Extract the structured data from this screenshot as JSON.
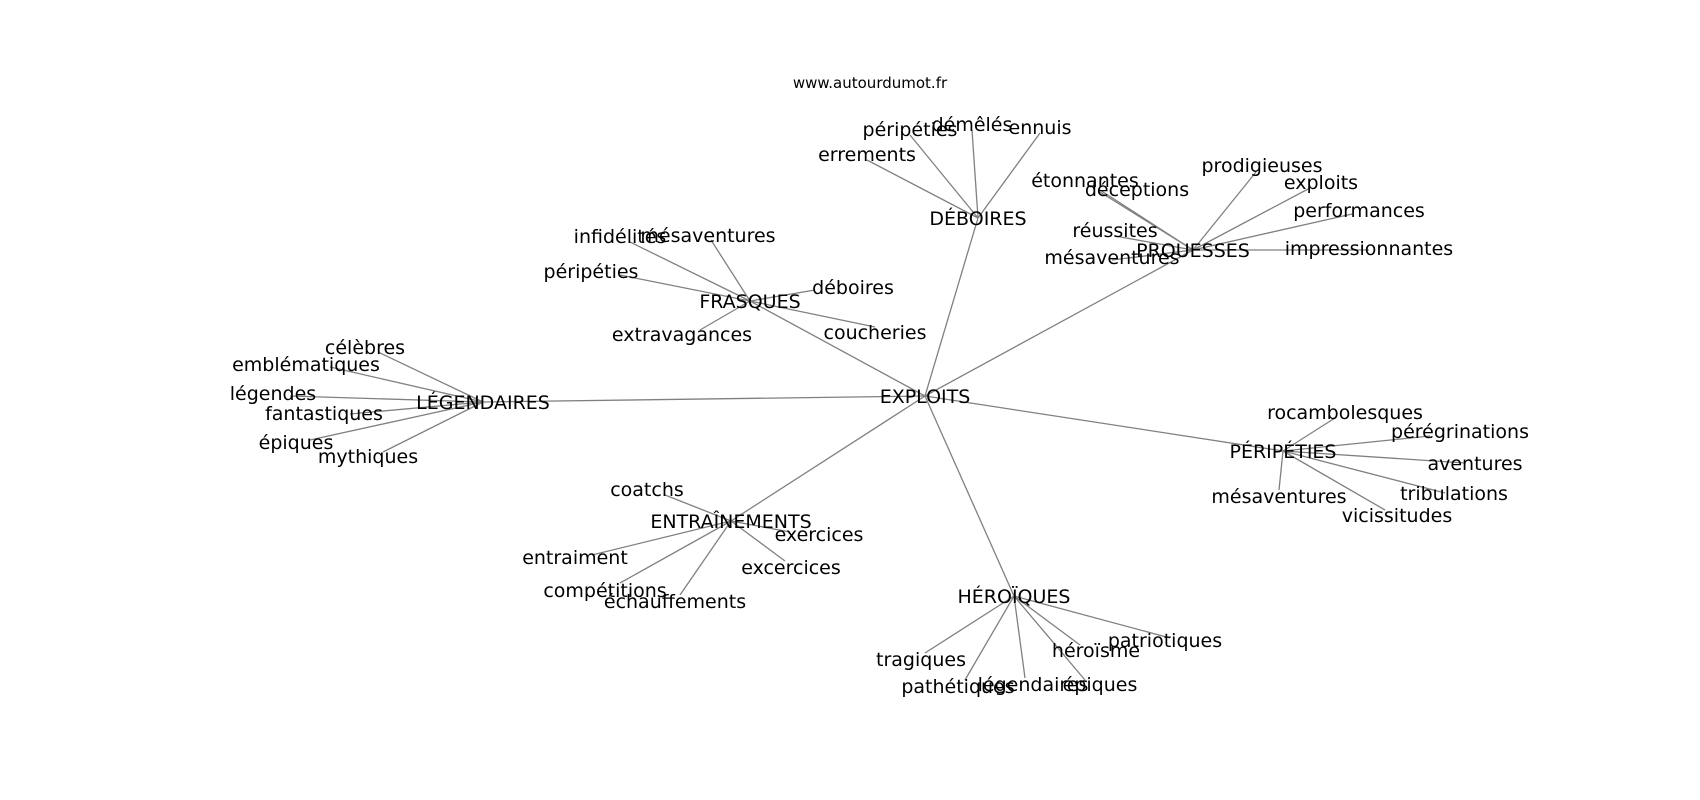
{
  "source": "www.autourdumot.fr",
  "colors": {
    "edge": "#808080",
    "text": "#000000",
    "background": "#ffffff"
  },
  "graph": {
    "root": "EXPLOITS",
    "groups": [
      {
        "hub": "DÉBOIRES",
        "leaves": [
          "péripéties",
          "démêlés",
          "ennuis",
          "errements"
        ]
      },
      {
        "hub": "PROUESSES",
        "leaves": [
          "étonnantes",
          "déceptions",
          "prodigieuses",
          "exploits",
          "performances",
          "réussites",
          "mésaventures",
          "impressionnantes"
        ]
      },
      {
        "hub": "FRASQUES",
        "leaves": [
          "infidélités",
          "mésaventures",
          "péripéties",
          "déboires",
          "extravagances",
          "coucheries"
        ]
      },
      {
        "hub": "LÉGENDAIRES",
        "leaves": [
          "célèbres",
          "emblématiques",
          "légendes",
          "fantastiques",
          "épiques",
          "mythiques"
        ]
      },
      {
        "hub": "PÉRIPÉTIES",
        "leaves": [
          "rocambolesques",
          "pérégrinations",
          "aventures",
          "mésaventures",
          "tribulations",
          "vicissitudes"
        ]
      },
      {
        "hub": "ENTRAÎNEMENTS",
        "leaves": [
          "coatchs",
          "exercices",
          "entraiment",
          "excercices",
          "compétitions",
          "échauffements"
        ]
      },
      {
        "hub": "HÉROÏQUES",
        "leaves": [
          "patriotiques",
          "héroïsme",
          "tragiques",
          "pathétiques",
          "légendaires",
          "épiques"
        ]
      }
    ]
  }
}
